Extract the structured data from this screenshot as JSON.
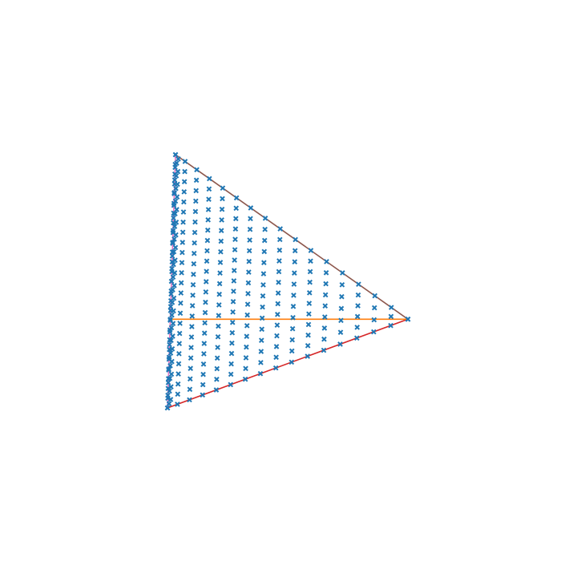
{
  "chart_data": {
    "type": "scatter",
    "title": "",
    "xlabel": "",
    "ylabel": "",
    "grid": false,
    "axes_visible": false,
    "xlim": [
      0,
      1
    ],
    "ylim": [
      0,
      1
    ],
    "colors": {
      "points": "#1f77b4",
      "edge_top": "#8c564b",
      "edge_bottom": "#d62728",
      "edge_left": "#e377c2",
      "median": "#ff7f0e"
    },
    "vertices": {
      "top": [
        0.0333,
        1.0
      ],
      "bottom": [
        0.0,
        0.0
      ],
      "right": [
        1.0,
        0.3503
      ]
    },
    "edges": [
      {
        "name": "edge_top",
        "from": "top",
        "to": "right"
      },
      {
        "name": "edge_bottom",
        "from": "bottom",
        "to": "right"
      },
      {
        "name": "edge_left",
        "from": "top",
        "to": "bottom"
      },
      {
        "name": "median",
        "from": "left_midpoint",
        "to": "right"
      }
    ],
    "left_midpoint": [
      0.0167,
      0.3503
    ],
    "series": [
      {
        "marker": "x",
        "grid_steps_u": 16,
        "grid_steps_v": 16,
        "pattern": "barycentric-lattice"
      }
    ]
  }
}
